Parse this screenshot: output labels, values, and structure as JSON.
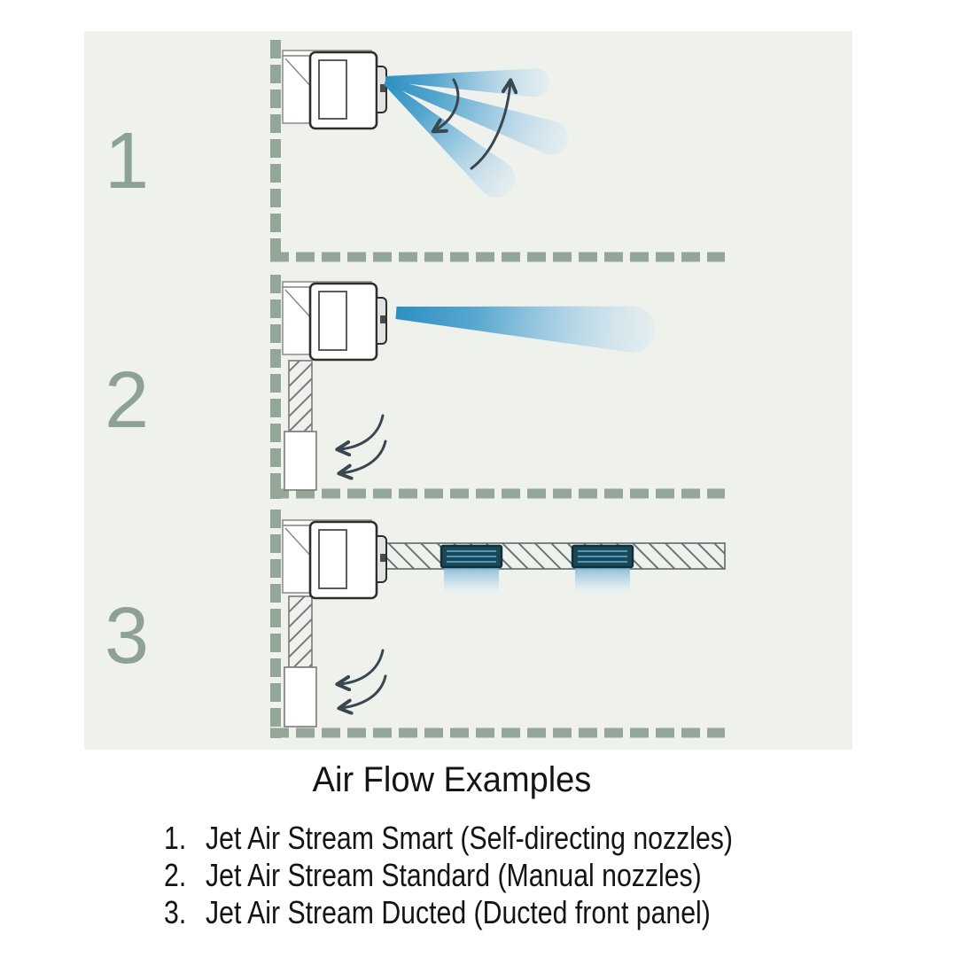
{
  "diagram": {
    "panels": [
      {
        "number": "1",
        "depicts": "wall-mounted unit with three fanned air streams and swing arrows"
      },
      {
        "number": "2",
        "depicts": "wall-mounted unit with single straight air stream and floor intake arrows"
      },
      {
        "number": "3",
        "depicts": "wall-mounted unit with ducted front panel, two ceiling vents blowing down, floor intake arrows"
      }
    ]
  },
  "caption": {
    "title": "Air Flow Examples",
    "items": [
      {
        "number": "1.",
        "label": "Jet Air Stream Smart (Self-directing nozzles)"
      },
      {
        "number": "2.",
        "label": "Jet Air Stream Standard (Manual nozzles)"
      },
      {
        "number": "3.",
        "label": "Jet Air Stream Ducted (Ducted front panel)"
      }
    ]
  },
  "colors": {
    "panel_background": "#eff1ed",
    "wall_dash": "#93a697",
    "row_number": "#8da295",
    "air_stream_start": "#2d8fc2",
    "air_stream_end": "#d9e9f3",
    "vent_body": "#1b4756",
    "vent_stripe": "#4b9cba",
    "arrow": "#3a4750",
    "unit_outline": "#2e2e2e",
    "text": "#141414"
  }
}
